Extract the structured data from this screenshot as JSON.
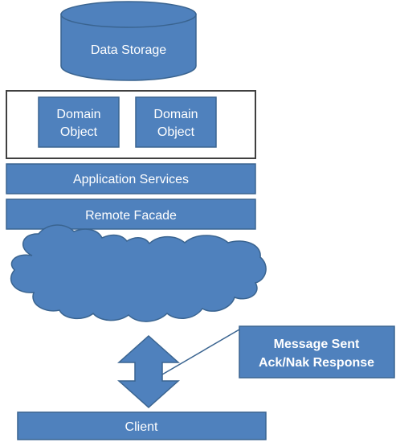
{
  "diagram": {
    "storage_label": "Data Storage",
    "domain_object_1": [
      "Domain",
      "Object"
    ],
    "domain_object_2": [
      "Domain",
      "Object"
    ],
    "application_services_label": "Application Services",
    "remote_facade_label": "Remote Facade",
    "callout_lines": [
      "Message Sent",
      "Ack/Nak Response"
    ],
    "client_label": "Client"
  },
  "colors": {
    "fill": "#4f81bd",
    "stroke": "#3a6490",
    "container_border": "#404040",
    "text": "#ffffff"
  }
}
